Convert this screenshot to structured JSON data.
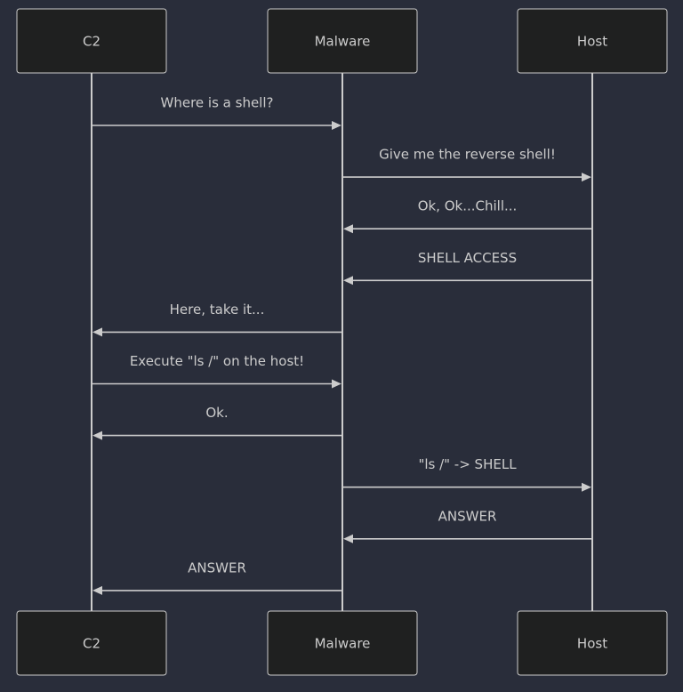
{
  "participants": [
    "C2",
    "Malware",
    "Host"
  ],
  "messages": [
    {
      "from": 0,
      "to": 1,
      "text": "Where is a shell?"
    },
    {
      "from": 1,
      "to": 2,
      "text": "Give me the reverse shell!"
    },
    {
      "from": 2,
      "to": 1,
      "text": "Ok, Ok...Chill..."
    },
    {
      "from": 2,
      "to": 1,
      "text": "SHELL ACCESS"
    },
    {
      "from": 1,
      "to": 0,
      "text": "Here, take it..."
    },
    {
      "from": 0,
      "to": 1,
      "text": "Execute \"ls /\" on the host!"
    },
    {
      "from": 1,
      "to": 0,
      "text": "Ok."
    },
    {
      "from": 1,
      "to": 2,
      "text": "\"ls /\" -> SHELL"
    },
    {
      "from": 2,
      "to": 1,
      "text": "ANSWER"
    },
    {
      "from": 1,
      "to": 0,
      "text": "ANSWER"
    }
  ]
}
